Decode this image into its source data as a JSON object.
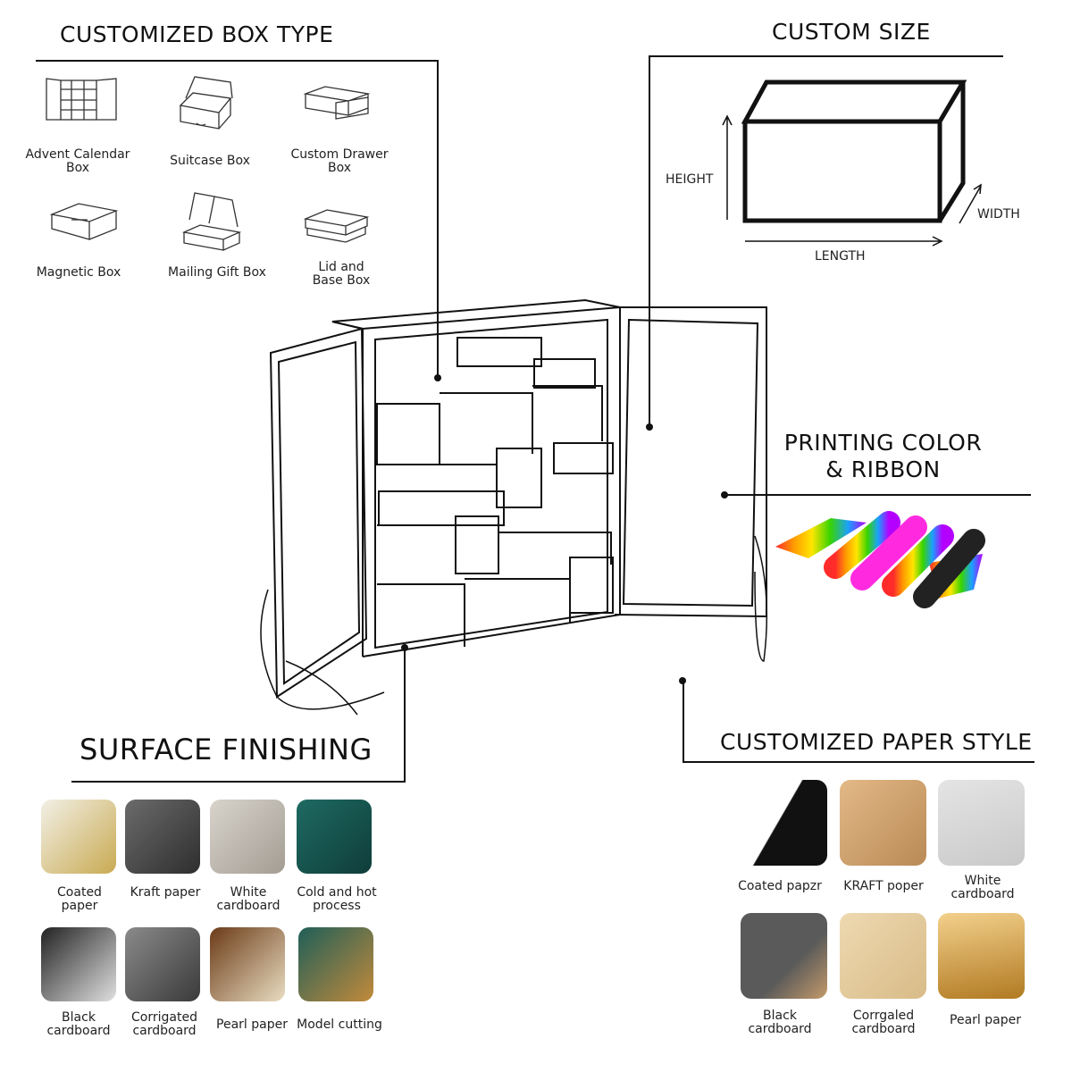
{
  "box_type": {
    "title": "CUSTOMIZED BOX TYPE",
    "items": [
      {
        "label": "Advent Calendar Box",
        "icon": "advent-calendar-box-icon"
      },
      {
        "label": "Suitcase Box",
        "icon": "suitcase-box-icon"
      },
      {
        "label": "Custom Drawer Box",
        "icon": "drawer-box-icon"
      },
      {
        "label": "Magnetic Box",
        "icon": "magnetic-box-icon"
      },
      {
        "label": "Mailing Gift Box",
        "icon": "mailing-box-icon"
      },
      {
        "label": "Lid and Base Box",
        "icon": "lid-base-box-icon"
      }
    ]
  },
  "custom_size": {
    "title": "CUSTOM SIZE",
    "height": "HEIGHT",
    "width": "WIDTH",
    "length": "LENGTH"
  },
  "printing": {
    "title_line1": "PRINTING COLOR",
    "title_line2": "& RIBBON"
  },
  "surface": {
    "title": "SURFACE FINISHING",
    "items": [
      {
        "label": "Coated paper",
        "colors": [
          "#f2f0e6",
          "#c9aa52"
        ]
      },
      {
        "label": "Kraft paper",
        "colors": [
          "#6b6b6b",
          "#2e2e2e"
        ]
      },
      {
        "label": "White cardboard",
        "colors": [
          "#d8d4cc",
          "#a39d93"
        ]
      },
      {
        "label": "Cold and hot process",
        "colors": [
          "#1e6a62",
          "#0f3d3a"
        ]
      },
      {
        "label": "Black cardboard",
        "colors": [
          "#222222",
          "#e0e0e0"
        ]
      },
      {
        "label": "Corrigated cardboard",
        "colors": [
          "#8a8a8a",
          "#3a3a3a"
        ]
      },
      {
        "label": "Pearl paper",
        "colors": [
          "#e9dcc0",
          "#6b3b18"
        ]
      },
      {
        "label": "Model cutting",
        "colors": [
          "#1f5f58",
          "#c28a3b"
        ]
      }
    ]
  },
  "paper": {
    "title": "CUSTOMIZED PAPER STYLE",
    "items": [
      {
        "label": "Coated papzr",
        "colors": [
          "#ffffff",
          "#111111"
        ]
      },
      {
        "label": "KRAFT poper",
        "colors": [
          "#e3b987",
          "#b98a55"
        ]
      },
      {
        "label": "White cardboard",
        "colors": [
          "#e4e4e4",
          "#c9c9c9"
        ]
      },
      {
        "label": "Black cardboard",
        "colors": [
          "#5a5a5a",
          "#c49a6a"
        ]
      },
      {
        "label": "Corrgaled cardboard",
        "colors": [
          "#eed9b0",
          "#d8bb88"
        ]
      },
      {
        "label": "Pearl paper",
        "colors": [
          "#f3d08c",
          "#b17a22"
        ]
      }
    ]
  }
}
